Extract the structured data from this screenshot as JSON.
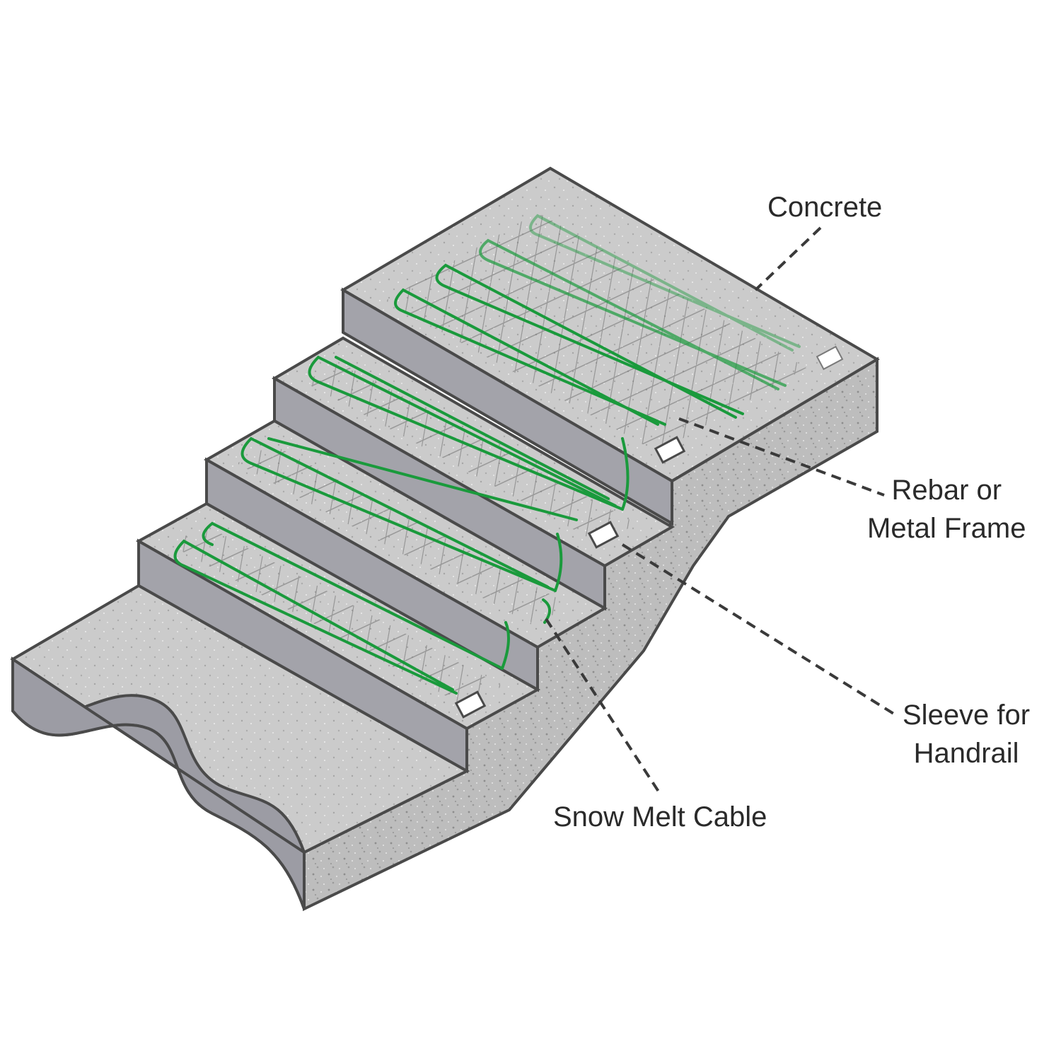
{
  "colors": {
    "concrete_face": "#9c9ca4",
    "concrete_top": "#c9c9c9",
    "concrete_side": "#b7b7b7",
    "outline": "#4a4a4a",
    "cable": "#1a9a3c",
    "rebar": "#6e6e6e",
    "leader_line": "#3a3a3a",
    "sleeve": "#ffffff",
    "label_text": "#2a2a2a"
  },
  "labels": {
    "concrete": "Concrete",
    "rebar": [
      "Rebar or",
      "Metal Frame"
    ],
    "sleeve": [
      "Sleeve for",
      "Handrail"
    ],
    "cable": "Snow Melt Cable"
  },
  "icons": {
    "sleeve": "white-square-sleeve-icon"
  }
}
